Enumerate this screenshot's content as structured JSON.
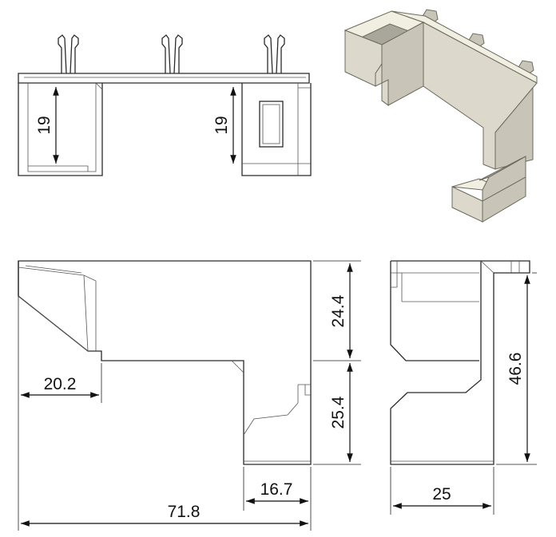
{
  "drawing": {
    "views": [
      "top-view",
      "isometric-view",
      "front-view",
      "side-view"
    ],
    "dimensions": {
      "top_left_height": "19",
      "top_right_height": "19",
      "front_upper_height": "24.4",
      "front_lower_height": "25.4",
      "front_overhang_width": "20.2",
      "front_foot_width": "16.7",
      "front_total_width": "71.8",
      "side_total_height": "46.6",
      "side_depth": "25"
    },
    "colors": {
      "line": "#2a2a2a",
      "part_light": "#f1eee2",
      "part_mid": "#dcd9cc",
      "part_dark": "#c8c5b8"
    }
  }
}
